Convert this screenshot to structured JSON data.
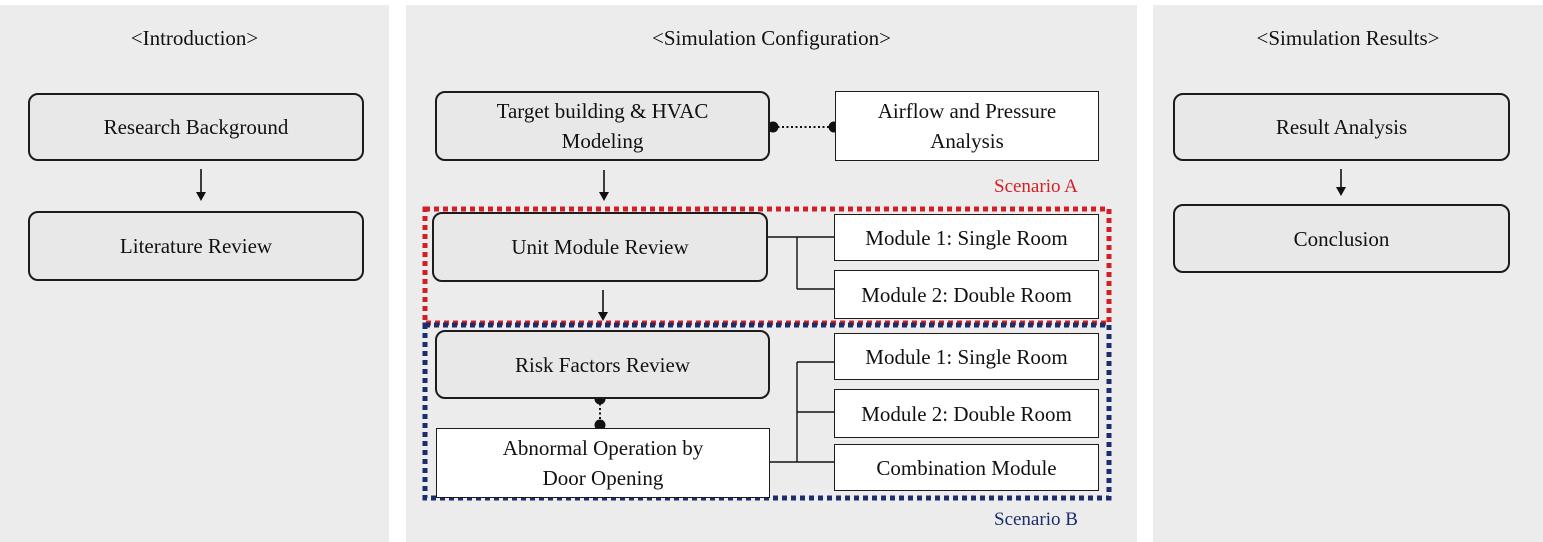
{
  "columns": {
    "intro": {
      "heading": "<Introduction>",
      "box1": "Research Background",
      "box2": "Literature Review"
    },
    "config": {
      "heading": "<Simulation Configuration>",
      "target_line1": "Target building & HVAC",
      "target_line2": "Modeling",
      "airflow_line1": "Airflow and Pressure",
      "airflow_line2": "Analysis",
      "unit_module": "Unit Module Review",
      "risk_factors": "Risk Factors Review",
      "abnormal_line1": "Abnormal Operation by",
      "abnormal_line2": "Door Opening",
      "scenario_a": {
        "label": "Scenario A",
        "color": "#d11f25",
        "modules": [
          "Module 1: Single Room",
          "Module 2: Double Room"
        ]
      },
      "scenario_b": {
        "label": "Scenario B",
        "color": "#1b2d6b",
        "modules": [
          "Module 1: Single Room",
          "Module 2: Double Room",
          "Combination Module"
        ]
      }
    },
    "results": {
      "heading": "<Simulation Results>",
      "box1": "Result Analysis",
      "box2": "Conclusion"
    }
  }
}
